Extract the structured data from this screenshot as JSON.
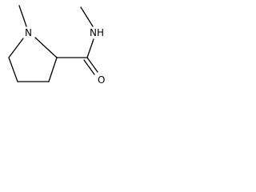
{
  "molecule": {
    "atoms": [
      {
        "id": "n_ring",
        "label": "N"
      },
      {
        "id": "n_amide",
        "label": "NH"
      },
      {
        "id": "o_carbonyl",
        "label": "O"
      }
    ]
  },
  "colors": {
    "bond": "#000000",
    "label": "#000000",
    "background": "#ffffff"
  }
}
